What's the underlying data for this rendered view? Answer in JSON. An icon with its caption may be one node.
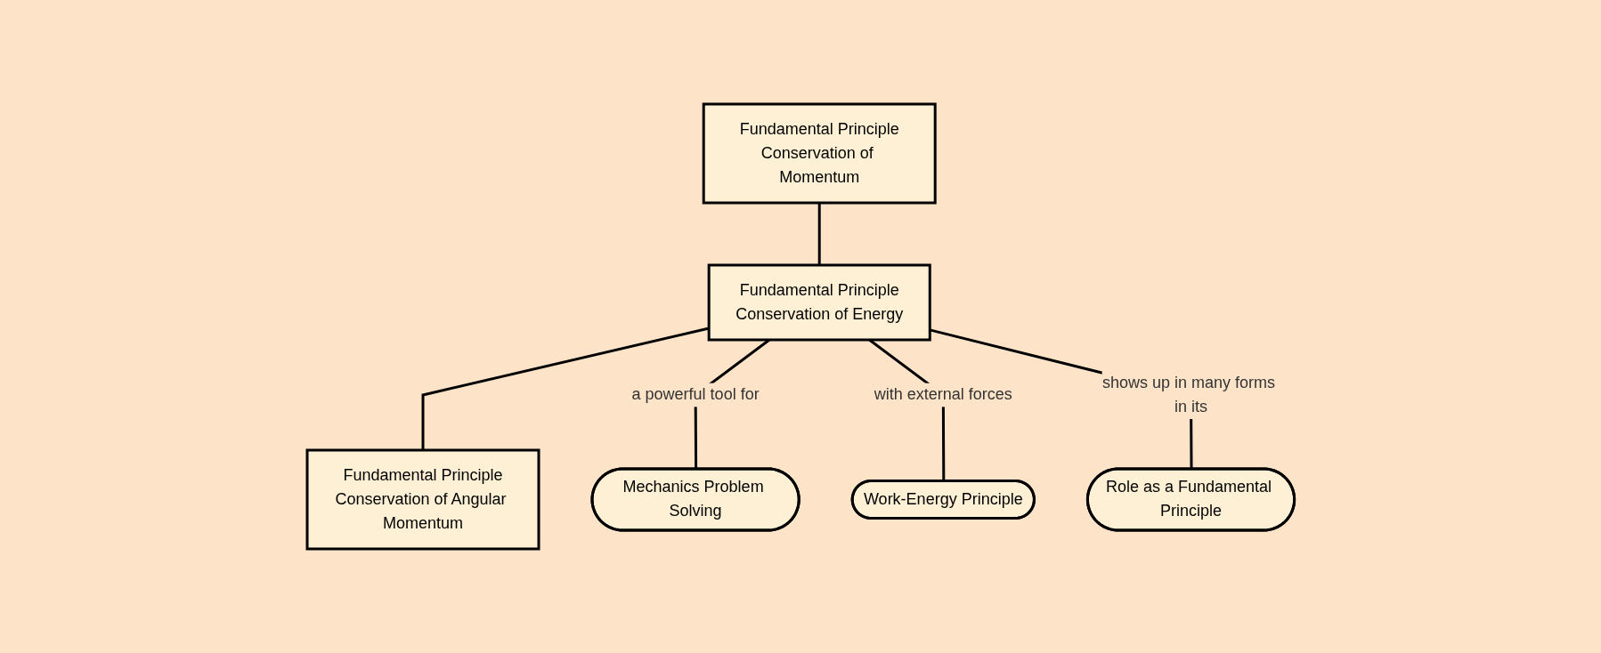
{
  "diagram": {
    "nodes": [
      {
        "text": [
          "Fundamental Principle",
          "Conservation of Momentum"
        ]
      },
      {
        "text": [
          "Fundamental Principle",
          "Conservation of Energy"
        ]
      },
      {
        "text": [
          "Fundamental Principle",
          "Conservation of Angular Momentum"
        ]
      },
      {
        "text": [
          "Mechanics Problem Solving"
        ]
      },
      {
        "text": [
          "Work-Energy Principle"
        ]
      },
      {
        "text": [
          "Role as a Fundamental Principle"
        ]
      }
    ],
    "edges": [
      {
        "from": 0,
        "to": 1,
        "arrow": "none"
      },
      {
        "from": 1,
        "to": 2,
        "arrow": "none"
      },
      {
        "from": 1,
        "to": 3,
        "arrow": "none",
        "label": "a powerful tool for"
      },
      {
        "from": 1,
        "to": 4,
        "arrow": "none",
        "label": "with external forces"
      },
      {
        "from": 1,
        "to": 5,
        "arrow": "none",
        "label": "shows up in many forms in its"
      }
    ]
  }
}
